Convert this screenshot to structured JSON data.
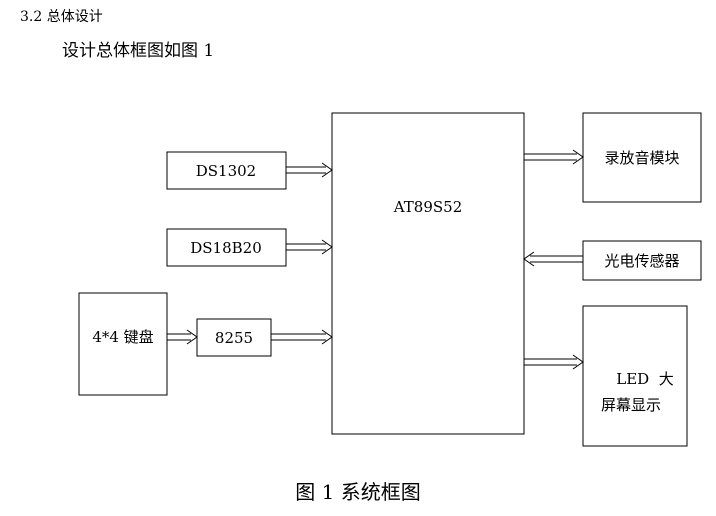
{
  "section": {
    "heading": "3.2 总体设计",
    "intro": "设计总体框图如图 1"
  },
  "blocks": {
    "mcu": "AT89S52",
    "ds1302": "DS1302",
    "ds18b20": "DS18B20",
    "keypad": "4*4 键盘",
    "i8255": "8255",
    "audio": "录放音模块",
    "photo": "光电传感器",
    "led_line1": "LED  大",
    "led_line2": "屏幕显示"
  },
  "caption": "图 1  系统框图"
}
